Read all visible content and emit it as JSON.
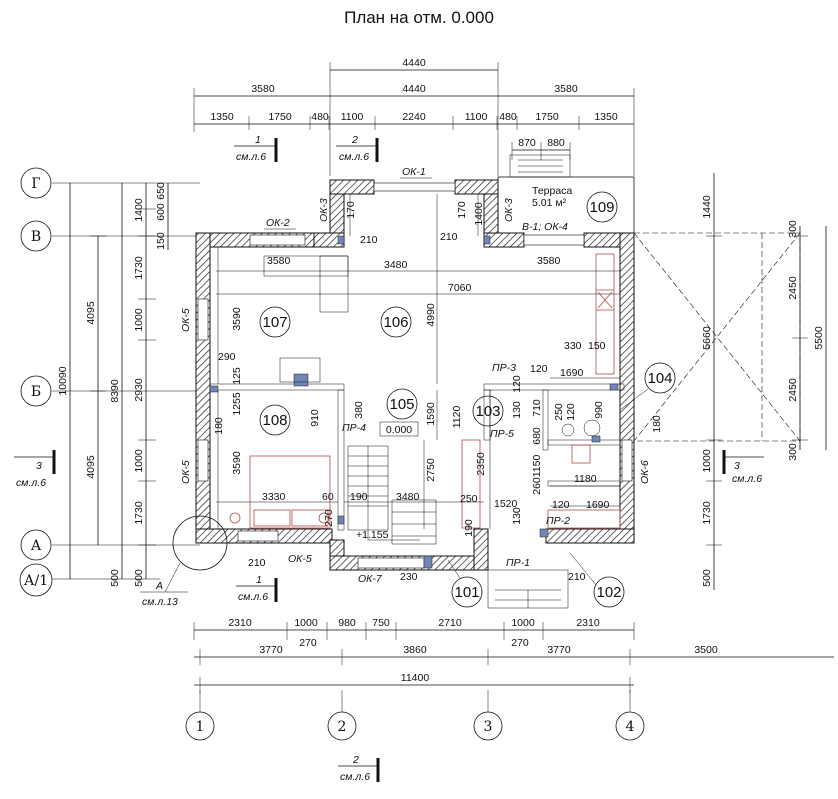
{
  "title": "План на отм. 0.000",
  "axes": {
    "vertical": [
      "1",
      "2",
      "3",
      "4"
    ],
    "horizontal": [
      "Г",
      "В",
      "Б",
      "А",
      "А/1"
    ]
  },
  "rooms": [
    "107",
    "106",
    "108",
    "105",
    "103",
    "104",
    "109",
    "101",
    "102"
  ],
  "terrace": {
    "name": "Терраса",
    "area": "5.01 м²"
  },
  "level_marks": {
    "floor": "0.000",
    "stair": "+1.155"
  },
  "openings": {
    "top": "ОК-1",
    "ok2": "ОК-2",
    "ok3_left": "ОК-3",
    "ok3_right": "ОК-3",
    "ok4": "В-1; ОК-4",
    "ok5_top": "ОК-5",
    "ok5_mid": "ОК-5",
    "ok5_bottom": "ОК-5",
    "ok6": "ОК-6",
    "ok7": "ОК-7",
    "pr1": "ПР-1",
    "pr2": "ПР-2",
    "pr3": "ПР-3",
    "pr4": "ПР-4",
    "pr5": "ПР-5"
  },
  "section_marks": {
    "s1_top": {
      "num": "1",
      "ref": "см.л.6"
    },
    "s2_top": {
      "num": "2",
      "ref": "см.л.6"
    },
    "s1_bottom": {
      "num": "1",
      "ref": "см.л.6"
    },
    "s2_bottom": {
      "num": "2",
      "ref": "см.л.6"
    },
    "s3_left": {
      "num": "3",
      "ref": "см.л.6"
    },
    "s3_right": {
      "num": "3",
      "ref": "см.л.6"
    },
    "node_a": {
      "num": "А",
      "ref": "см.л.13"
    }
  },
  "dims_top": {
    "row1": [
      "3580",
      "4440",
      "3580"
    ],
    "row0": "4440",
    "row2": [
      "1350",
      "1750",
      "480",
      "1100",
      "2240",
      "1100",
      "480",
      "1750",
      "1350"
    ],
    "terrace": [
      "870",
      "880"
    ]
  },
  "dims_bottom": {
    "row1": [
      "2310",
      "1000",
      "980",
      "750",
      "2710",
      "1000",
      "2310"
    ],
    "small": [
      "270",
      "270"
    ],
    "row2": [
      "3770",
      "3860",
      "3770",
      "3500"
    ],
    "row3": "11400"
  },
  "dims_left": {
    "outer": "10090",
    "mid": [
      "4095",
      "8390",
      "4095"
    ],
    "inner": [
      "1400",
      "1730",
      "2930",
      "1730",
      "500"
    ],
    "detail": [
      "650",
      "600",
      "150",
      "1000",
      "1000",
      "500"
    ]
  },
  "dims_right": {
    "a": [
      "1440",
      "5660",
      "1000",
      "1730",
      "500"
    ],
    "b": [
      "300",
      "2450",
      "2450",
      "300"
    ],
    "c": "5500"
  },
  "interior_dims": [
    "170",
    "1400",
    "170",
    "210",
    "210",
    "3580",
    "3480",
    "3580",
    "7060",
    "4990",
    "3590",
    "290",
    "125",
    "1255",
    "910",
    "380",
    "1590",
    "1120",
    "180",
    "3590",
    "2750",
    "3330",
    "60",
    "190",
    "3480",
    "270",
    "2350",
    "250",
    "1520",
    "190",
    "120",
    "1690",
    "330",
    "150",
    "120",
    "130",
    "710",
    "250",
    "120",
    "990",
    "680",
    "1150",
    "260",
    "1180",
    "130",
    "120",
    "1690",
    "180",
    "210",
    "230",
    "210",
    "1000",
    "1000"
  ]
}
